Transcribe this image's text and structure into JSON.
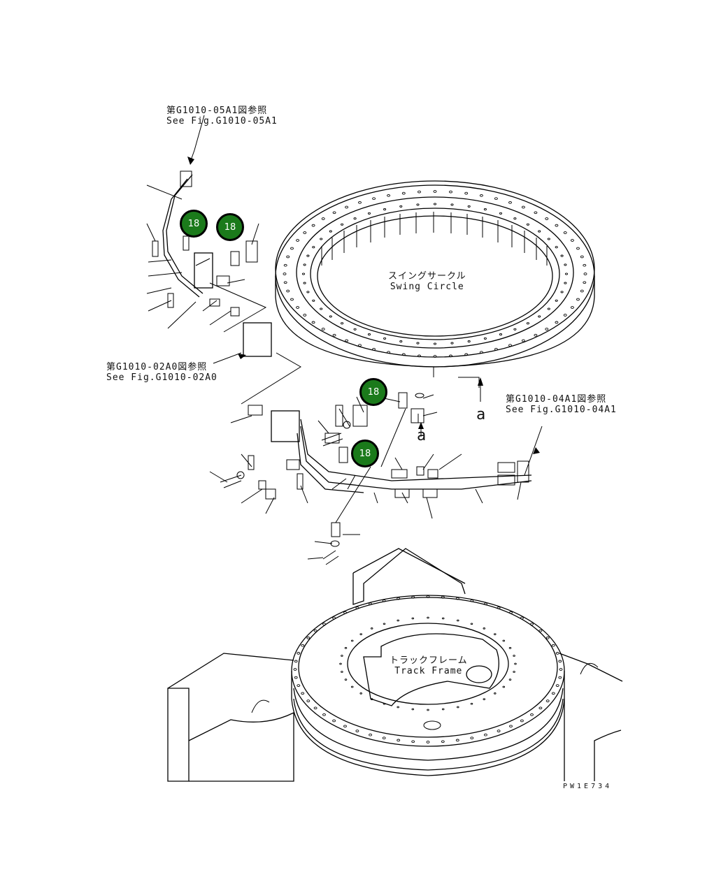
{
  "references": {
    "fig05": {
      "jp": "第G1010-05A1図参照",
      "en": "See Fig.G1010-05A1"
    },
    "fig02": {
      "jp": "第G1010-02A0図参照",
      "en": "See Fig.G1010-02A0"
    },
    "fig04": {
      "jp": "第G1010-04A1図参照",
      "en": "See Fig.G1010-04A1"
    }
  },
  "labels": {
    "swing_circle": {
      "jp": "スイングサークル",
      "en": "Swing Circle"
    },
    "track_frame": {
      "jp": "トラックフレーム",
      "en": "Track Frame"
    },
    "view_a_1": "a",
    "view_a_2": "a",
    "drawing_code": "PW1E734"
  },
  "callouts": [
    "18",
    "18",
    "18",
    "18"
  ]
}
